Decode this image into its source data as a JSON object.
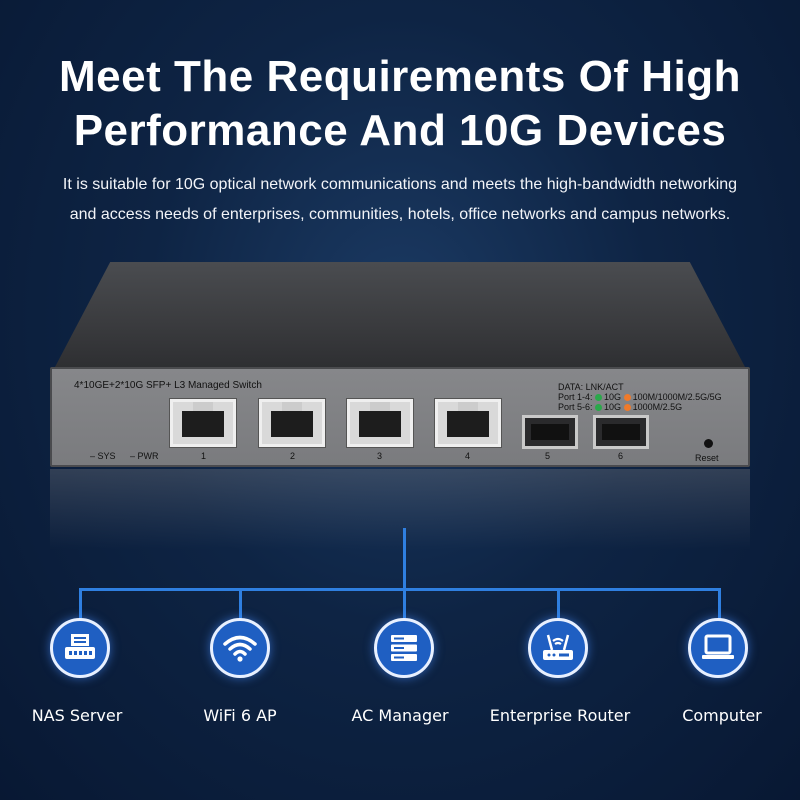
{
  "headline": {
    "line1": "Meet The Requirements Of High",
    "line2": "Performance And 10G Devices"
  },
  "subtitle": {
    "line1": "It is suitable for 10G optical network communications and meets the high-bandwidth networking",
    "line2": "and access needs of enterprises, communities, hotels, office networks and campus networks."
  },
  "switch": {
    "model": "4*10GE+2*10G SFP+ L3 Managed Switch",
    "led_title": "DATA: LNK/ACT",
    "led_row1_prefix": "Port 1-4:",
    "led_row1_green": "10G",
    "led_row1_orange": "100M/1000M/2.5G/5G",
    "led_row2_prefix": "Port 5-6:",
    "led_row2_green": "10G",
    "led_row2_orange": "1000M/2.5G",
    "sys_label": "– SYS",
    "pwr_label": "– PWR",
    "reset_label": "Reset",
    "port_labels": [
      "1",
      "2",
      "3",
      "4",
      "5",
      "6"
    ],
    "colors": {
      "green_led": "#2aa84a",
      "orange_led": "#f07a2a"
    }
  },
  "devices": [
    {
      "label": "NAS Server",
      "icon": "nas-server-icon"
    },
    {
      "label": "WiFi 6 AP",
      "icon": "wifi-icon"
    },
    {
      "label": "AC Manager",
      "icon": "ac-manager-icon"
    },
    {
      "label": "Enterprise Router",
      "icon": "router-icon"
    },
    {
      "label": "Computer",
      "icon": "computer-icon"
    }
  ],
  "colors": {
    "background": "#0e2444",
    "line": "#2f7fe0",
    "icon_fill": "#1f5fc2"
  }
}
